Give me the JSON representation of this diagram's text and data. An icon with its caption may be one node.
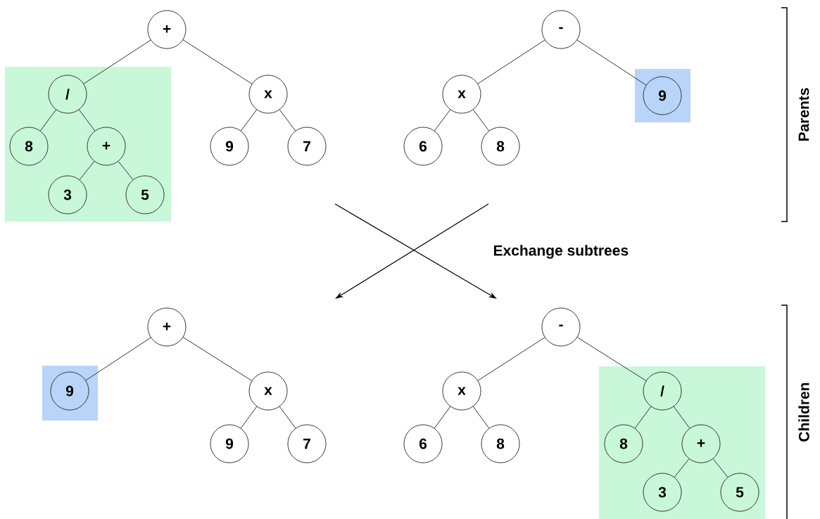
{
  "diagram": {
    "nodes": [
      {
        "text": [],
        "shape": "box"
      },
      {
        "text": [
          "+"
        ]
      },
      {
        "text": [
          "/"
        ],
        "in": 0
      },
      {
        "text": [
          "8"
        ],
        "in": 0
      },
      {
        "text": [
          "+"
        ],
        "in": 0
      },
      {
        "text": [
          "3"
        ],
        "in": 0
      },
      {
        "text": [
          "5"
        ],
        "in": 0
      },
      {
        "text": [
          "x"
        ]
      },
      {
        "text": [
          "9"
        ]
      },
      {
        "text": [
          "7"
        ]
      },
      {
        "text": [
          "-"
        ]
      },
      {
        "text": [
          "x"
        ]
      },
      {
        "text": [
          "6"
        ]
      },
      {
        "text": [
          "8"
        ]
      },
      {
        "text": [],
        "shape": "box"
      },
      {
        "text": [
          "9"
        ],
        "in": 14
      },
      {
        "text": [
          "+"
        ]
      },
      {
        "text": [],
        "shape": "box"
      },
      {
        "text": [
          "9"
        ],
        "in": 17
      },
      {
        "text": [
          "x"
        ]
      },
      {
        "text": [
          "9"
        ]
      },
      {
        "text": [
          "7"
        ]
      },
      {
        "text": [
          "-"
        ]
      },
      {
        "text": [
          "x"
        ]
      },
      {
        "text": [
          "6"
        ]
      },
      {
        "text": [
          "8"
        ]
      },
      {
        "text": [],
        "shape": "box"
      },
      {
        "text": [
          "/"
        ],
        "in": 26
      },
      {
        "text": [
          "8"
        ],
        "in": 26
      },
      {
        "text": [
          "+"
        ],
        "in": 26
      },
      {
        "text": [
          "3"
        ],
        "in": 26
      },
      {
        "text": [
          "5"
        ],
        "in": 26
      }
    ],
    "edges": [
      {
        "from": 1,
        "to": 2,
        "arrow": "none"
      },
      {
        "from": 1,
        "to": 7,
        "arrow": "none"
      },
      {
        "from": 2,
        "to": 3,
        "arrow": "none"
      },
      {
        "from": 2,
        "to": 4,
        "arrow": "none"
      },
      {
        "from": 4,
        "to": 5,
        "arrow": "none"
      },
      {
        "from": 4,
        "to": 6,
        "arrow": "none"
      },
      {
        "from": 7,
        "to": 8,
        "arrow": "none"
      },
      {
        "from": 7,
        "to": 9,
        "arrow": "none"
      },
      {
        "from": 10,
        "to": 11,
        "arrow": "none"
      },
      {
        "from": 10,
        "to": 15,
        "arrow": "none"
      },
      {
        "from": 11,
        "to": 12,
        "arrow": "none"
      },
      {
        "from": 11,
        "to": 13,
        "arrow": "none"
      },
      {
        "from": 16,
        "to": 18,
        "arrow": "none"
      },
      {
        "from": 16,
        "to": 19,
        "arrow": "none"
      },
      {
        "from": 19,
        "to": 20,
        "arrow": "none"
      },
      {
        "from": 19,
        "to": 21,
        "arrow": "none"
      },
      {
        "from": 22,
        "to": 23,
        "arrow": "none"
      },
      {
        "from": 22,
        "to": 27,
        "arrow": "none"
      },
      {
        "from": 23,
        "to": 24,
        "arrow": "none"
      },
      {
        "from": 23,
        "to": 25,
        "arrow": "none"
      },
      {
        "from": 27,
        "to": 28,
        "arrow": "none"
      },
      {
        "from": 27,
        "to": 29,
        "arrow": "none"
      },
      {
        "from": 29,
        "to": 30,
        "arrow": "none"
      },
      {
        "from": 29,
        "to": 31,
        "arrow": "none"
      }
    ],
    "labels": [
      "Parents",
      "Exchange subtrees",
      "Children"
    ]
  }
}
